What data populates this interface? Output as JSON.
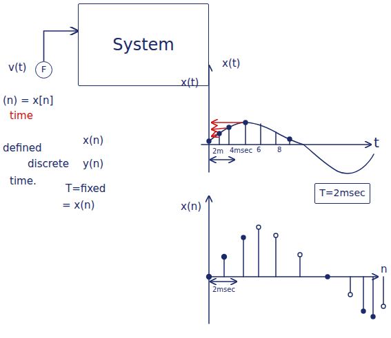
{
  "diagram": {
    "nodes": [
      {
        "text": [
          "F"
        ]
      },
      {
        "text": [
          "System"
        ]
      },
      {
        "text": [
          "T=2msec"
        ]
      }
    ],
    "edges": [
      {
        "from": 0,
        "to": 1,
        "arrow": "to"
      }
    ],
    "labels": [
      "v(t)",
      "x(t)",
      "x(t)",
      "t",
      "2m",
      "4msec",
      "6",
      "8",
      "x(n)",
      "n",
      "2msec",
      "(n) = x[n]",
      "time",
      "x(n)",
      "y(n)",
      "defined",
      "discrete",
      "time.",
      "T=fixed",
      "= x(n)"
    ]
  }
}
